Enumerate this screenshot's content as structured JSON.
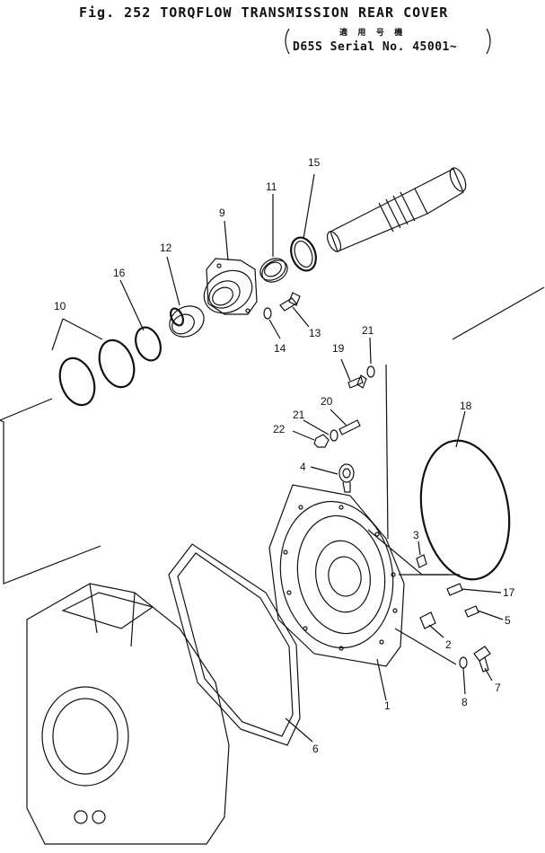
{
  "header": {
    "figure_title": "Fig. 252  TORQFLOW TRANSMISSION REAR COVER",
    "applicability_jp": "適 用 号 機",
    "serial_line": "D65S Serial No. 45001~"
  },
  "callouts": {
    "c1": "1",
    "c2": "2",
    "c3": "3",
    "c4": "4",
    "c5": "5",
    "c6": "6",
    "c7": "7",
    "c8": "8",
    "c9": "9",
    "c10": "10",
    "c11": "11",
    "c12": "12",
    "c13": "13",
    "c14": "14",
    "c15": "15",
    "c16": "16",
    "c17": "17",
    "c18": "18",
    "c19": "19",
    "c20": "20",
    "c21a": "21",
    "c21b": "21",
    "c22": "22"
  }
}
